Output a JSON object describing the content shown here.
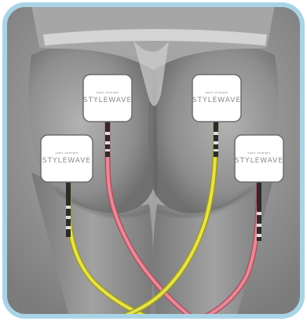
{
  "product": {
    "brand_text": "STYLEWAVE",
    "brand_small": "sport strength"
  },
  "pads": [
    {
      "brand": "STYLEWAVE",
      "small": "sport strength"
    },
    {
      "brand": "STYLEWAVE",
      "small": "sport strength"
    },
    {
      "brand": "STYLEWAVE",
      "small": "sport strength"
    },
    {
      "brand": "STYLEWAVE",
      "small": "sport strength"
    }
  ],
  "colors": {
    "frame_border": "#a9d4e6",
    "background": "#ffffff",
    "skin": "#8f8f8f",
    "cable_yellow": "#e6e24a",
    "cable_red": "#e58a98",
    "pad_fill": "#ffffff"
  },
  "icons": {
    "pad": "electrode-pad-icon",
    "cable": "lead-wire"
  }
}
